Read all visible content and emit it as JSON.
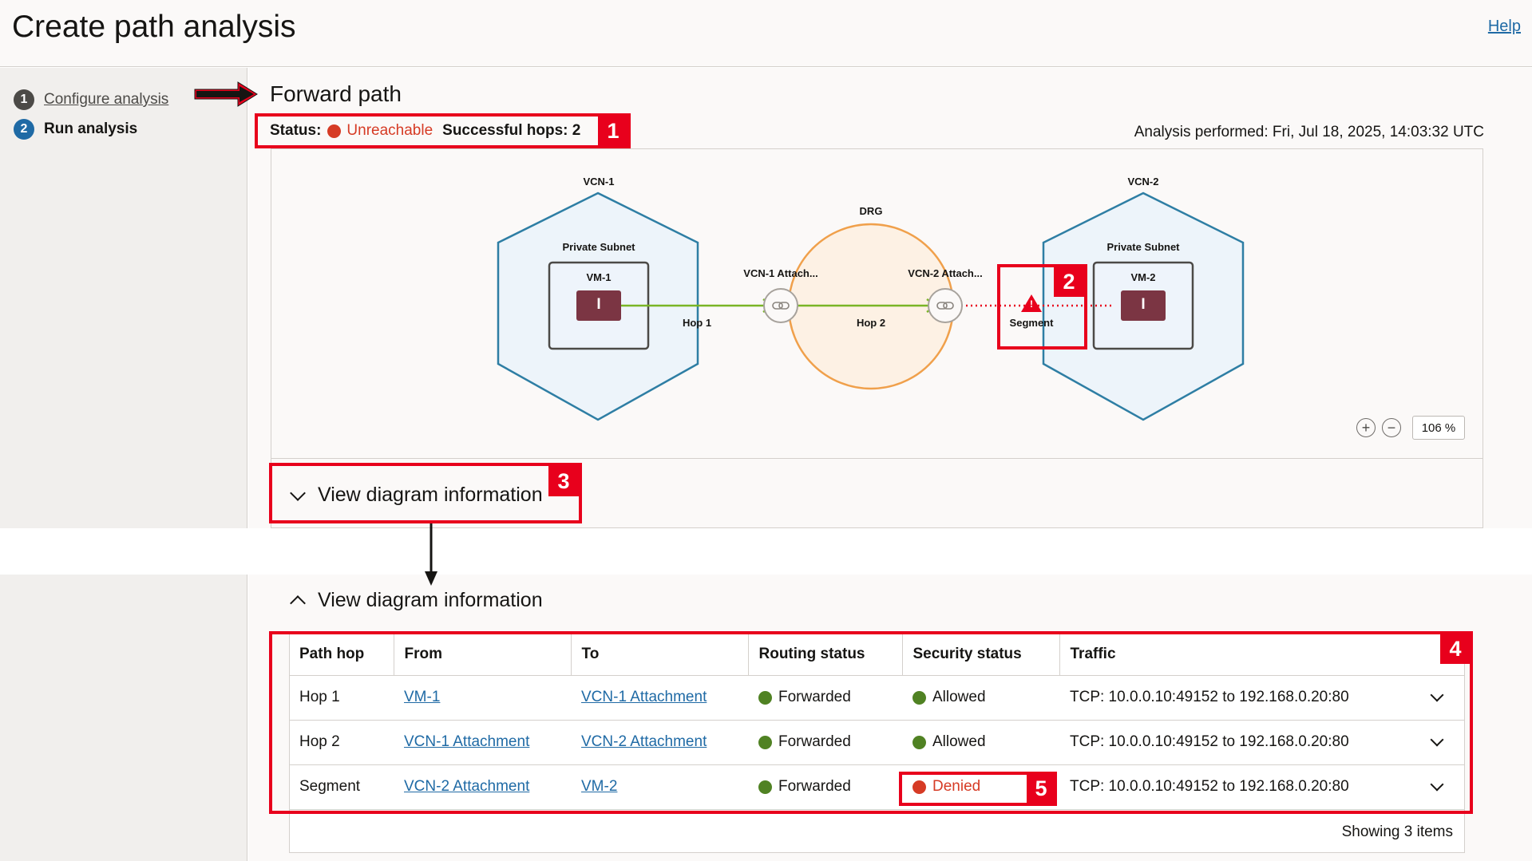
{
  "header": {
    "title": "Create path analysis",
    "help_label": "Help"
  },
  "sidebar": {
    "steps": [
      {
        "number": "1",
        "label": "Configure analysis"
      },
      {
        "number": "2",
        "label": "Run analysis"
      }
    ]
  },
  "main": {
    "section_title": "Forward path",
    "status_label": "Status:",
    "status_value": "Unreachable",
    "hops_label": "Successful hops: 2",
    "analysis_performed": "Analysis performed: Fri, Jul 18, 2025, 14:03:32 UTC"
  },
  "diagram": {
    "vcn1_label": "VCN-1",
    "vcn2_label": "VCN-2",
    "drg_label": "DRG",
    "subnet1_label": "Private Subnet",
    "subnet2_label": "Private Subnet",
    "vm1_label": "VM-1",
    "vm2_label": "VM-2",
    "vm_glyph": "I",
    "attach1_label": "VCN-1 Attach...",
    "attach2_label": "VCN-2 Attach...",
    "hop1_label": "Hop 1",
    "hop2_label": "Hop 2",
    "segment_label": "Segment",
    "warning_glyph": "!",
    "zoom_in_glyph": "+",
    "zoom_out_glyph": "−",
    "zoom_value": "106  %",
    "colors": {
      "vcn": "#2e7ea4",
      "drg": "#f0a04b",
      "link": "#7ab526",
      "error": "#e8001c"
    }
  },
  "expander": {
    "label_collapsed": "View diagram information",
    "label_expanded": "View diagram information"
  },
  "annotations": {
    "b1": "1",
    "b2": "2",
    "b3": "3",
    "b4": "4",
    "b5": "5"
  },
  "table": {
    "columns": [
      "Path hop",
      "From",
      "To",
      "Routing status",
      "Security status",
      "Traffic"
    ],
    "rows": [
      {
        "hop": "Hop 1",
        "from": "VM-1",
        "to": "VCN-1 Attachment",
        "routing": "Forwarded",
        "security": "Allowed",
        "traffic": "TCP: 10.0.0.10:49152 to 192.168.0.20:80"
      },
      {
        "hop": "Hop 2",
        "from": "VCN-1 Attachment",
        "to": "VCN-2 Attachment",
        "routing": "Forwarded",
        "security": "Allowed",
        "traffic": "TCP: 10.0.0.10:49152 to 192.168.0.20:80"
      },
      {
        "hop": "Segment",
        "from": "VCN-2 Attachment",
        "to": "VM-2",
        "routing": "Forwarded",
        "security": "Denied",
        "traffic": "TCP: 10.0.0.10:49152 to 192.168.0.20:80"
      }
    ],
    "footer": "Showing 3 items"
  }
}
